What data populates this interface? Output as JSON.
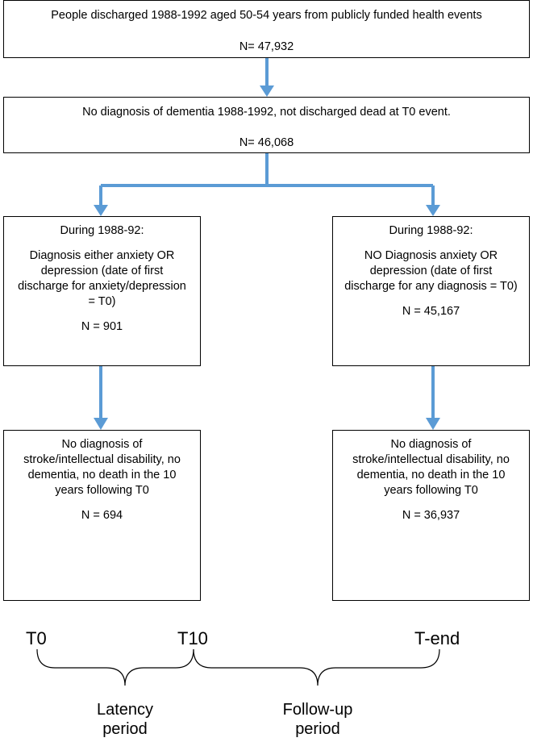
{
  "flow": {
    "top_box": {
      "title": "People discharged 1988-1992 aged 50-54 years from publicly funded health events",
      "count": "N= 47,932"
    },
    "second_box": {
      "title": "No diagnosis of dementia 1988-1992, not discharged dead at T0 event.",
      "count": "N= 46,068"
    },
    "left_branch": {
      "heading": "During 1988-92:",
      "text": "Diagnosis either anxiety OR depression (date of first discharge for anxiety/depression = T0)",
      "count": "N = 901"
    },
    "right_branch": {
      "heading": "During 1988-92:",
      "text": "NO Diagnosis anxiety OR depression (date of first discharge for any diagnosis = T0)",
      "count": "N = 45,167"
    },
    "left_final": {
      "text": "No diagnosis of stroke/intellectual disability, no dementia, no death in the 10 years following T0",
      "count": "N = 694"
    },
    "right_final": {
      "text": "No diagnosis of stroke/intellectual disability, no dementia, no death in the 10 years following T0",
      "count": "N = 36,937"
    }
  },
  "timeline": {
    "t0": "T0",
    "t10": "T10",
    "tend": "T-end",
    "latency": "Latency period",
    "followup": "Follow-up period"
  },
  "colors": {
    "arrow": "#5b9bd5",
    "border": "#000000"
  }
}
